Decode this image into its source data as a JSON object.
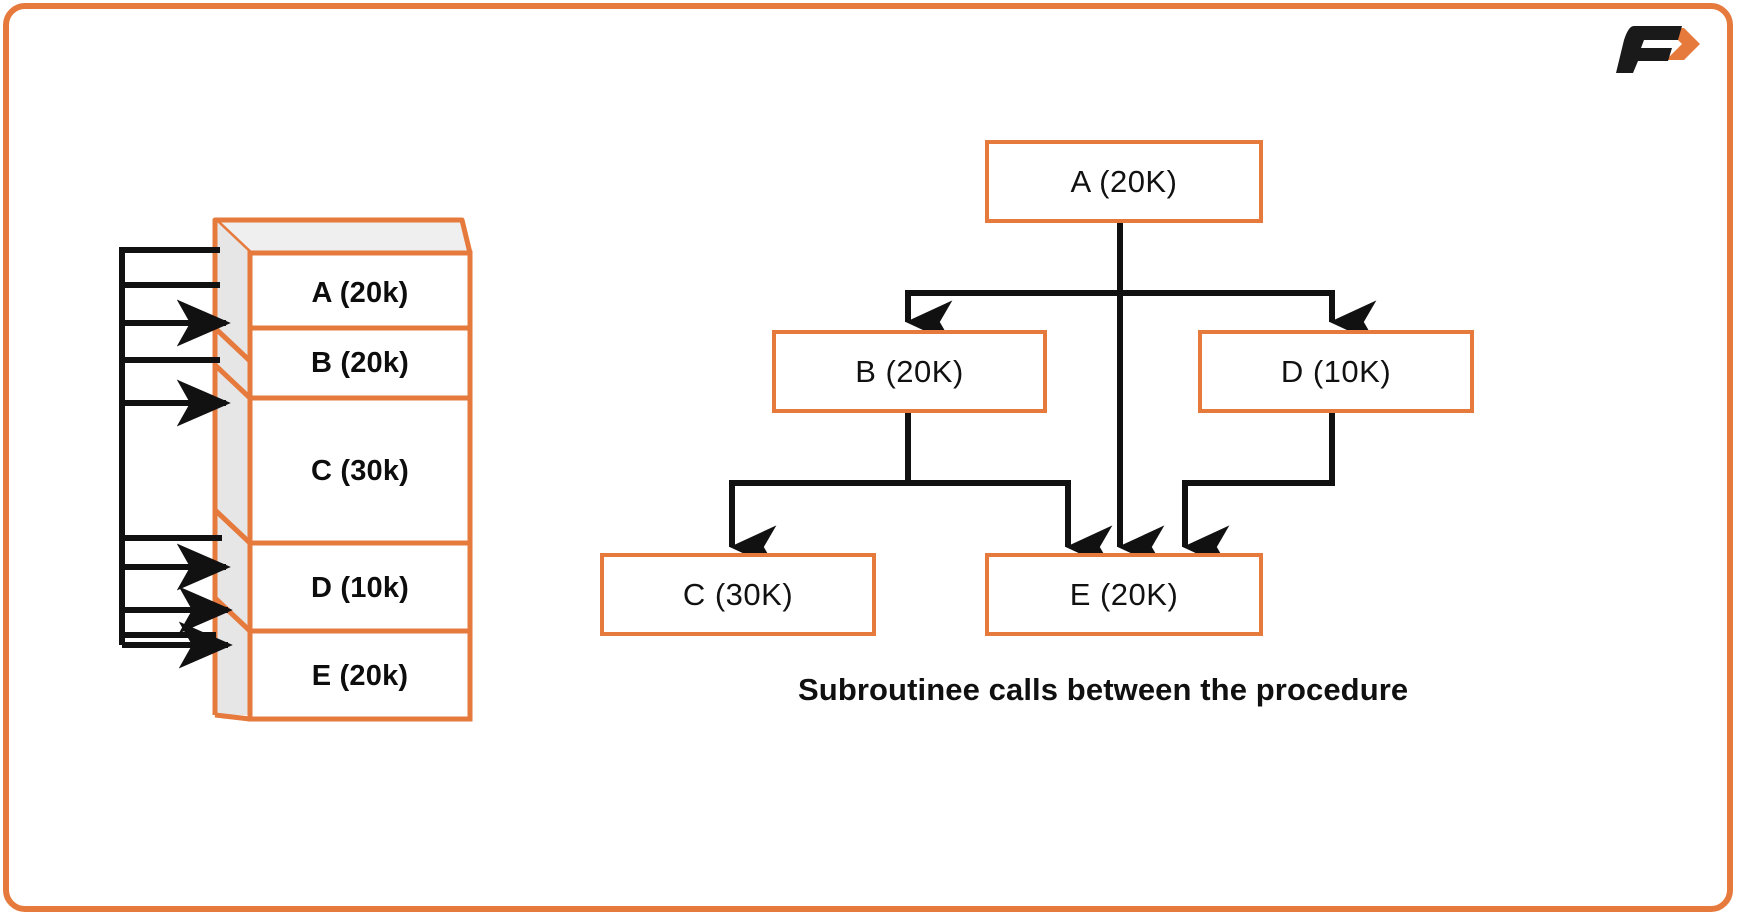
{
  "frame": {
    "accent_color": "#E6793C",
    "line_color": "#111111"
  },
  "logo": {
    "name": "fynd-f-logo",
    "letter": "F",
    "mark_color": "#E6793C",
    "letter_color": "#1A1A1A"
  },
  "memory_stack": {
    "title": "",
    "segments": [
      {
        "id": "A",
        "label": "A (20k)",
        "size_k": 20,
        "height_units": 2
      },
      {
        "id": "B",
        "label": "B (20k)",
        "size_k": 20,
        "height_units": 2
      },
      {
        "id": "C",
        "label": "C (30k)",
        "size_k": 30,
        "height_units": 3
      },
      {
        "id": "D",
        "label": "D (10k)",
        "size_k": 10,
        "height_units": 2
      },
      {
        "id": "E",
        "label": "E (20k)",
        "size_k": 20,
        "height_units": 2
      }
    ],
    "pointers": [
      {
        "index": 0,
        "arrowhead": false
      },
      {
        "index": 1,
        "arrowhead": false
      },
      {
        "index": 2,
        "arrowhead": true
      },
      {
        "index": 3,
        "arrowhead": false
      },
      {
        "index": 4,
        "arrowhead": true
      },
      {
        "index": 5,
        "arrowhead": false
      },
      {
        "index": 6,
        "arrowhead": true
      },
      {
        "index": 7,
        "arrowhead": true
      },
      {
        "index": 8,
        "arrowhead": true
      }
    ]
  },
  "call_graph": {
    "caption": "Subroutinee  calls between the procedure",
    "nodes": [
      {
        "id": "A",
        "label": "A (20K)"
      },
      {
        "id": "B",
        "label": "B (20K)"
      },
      {
        "id": "D",
        "label": "D (10K)"
      },
      {
        "id": "C",
        "label": "C (30K)"
      },
      {
        "id": "E",
        "label": "E (20K)"
      }
    ],
    "edges": [
      {
        "from": "A",
        "to": "B"
      },
      {
        "from": "A",
        "to": "D"
      },
      {
        "from": "A",
        "to": "E"
      },
      {
        "from": "B",
        "to": "C"
      },
      {
        "from": "B",
        "to": "E"
      },
      {
        "from": "D",
        "to": "E"
      }
    ]
  }
}
